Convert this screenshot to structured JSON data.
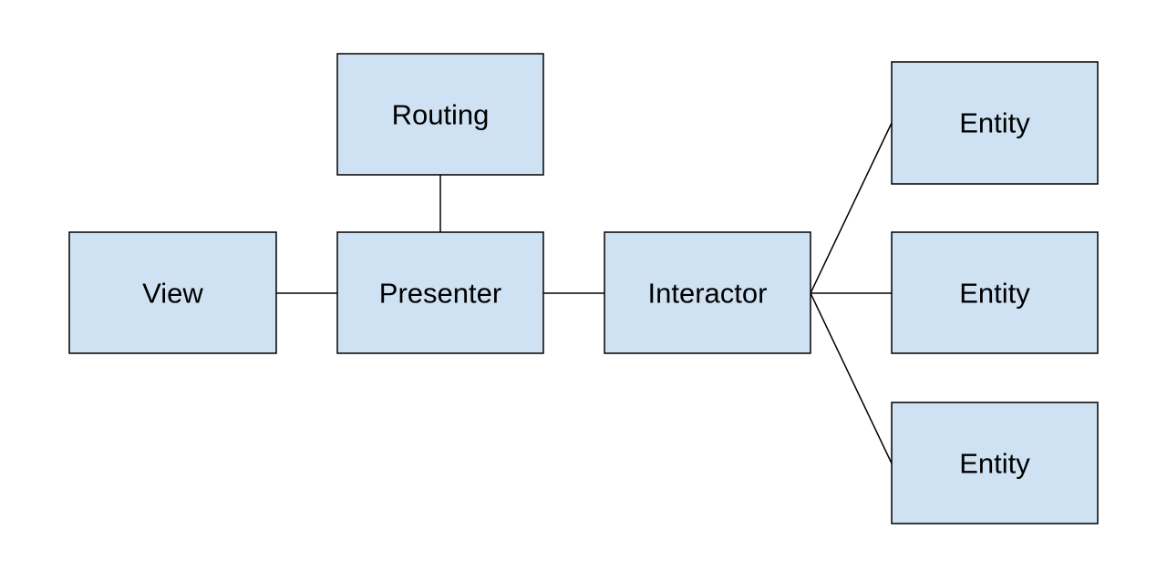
{
  "diagram": {
    "colors": {
      "box_fill": "#cfe2f3",
      "box_stroke": "#000000",
      "line": "#000000",
      "background": "#ffffff"
    },
    "nodes": {
      "routing": "Routing",
      "view": "View",
      "presenter": "Presenter",
      "interactor": "Interactor",
      "entity_top": "Entity",
      "entity_middle": "Entity",
      "entity_bottom": "Entity"
    },
    "edges": [
      [
        "routing",
        "presenter"
      ],
      [
        "view",
        "presenter"
      ],
      [
        "presenter",
        "interactor"
      ],
      [
        "interactor",
        "entity_top"
      ],
      [
        "interactor",
        "entity_middle"
      ],
      [
        "interactor",
        "entity_bottom"
      ]
    ]
  }
}
